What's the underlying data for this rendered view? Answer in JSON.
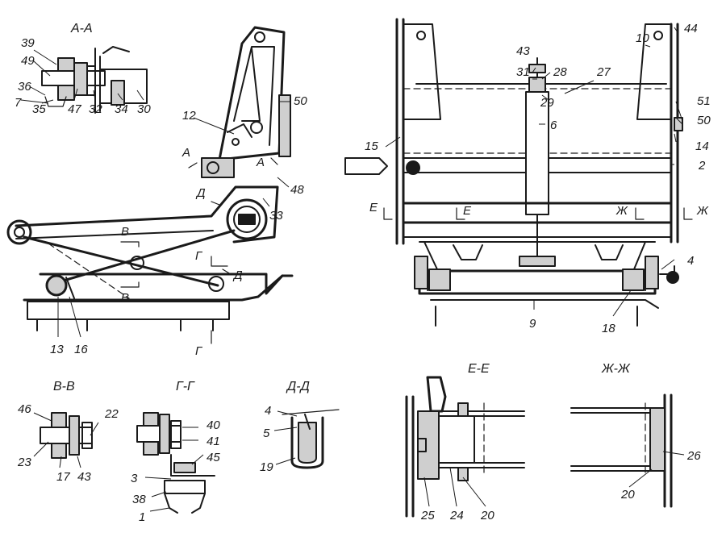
{
  "section_titles": {
    "aa": "А-А",
    "vv": "В-В",
    "gg": "Г-Г",
    "dd": "Д-Д",
    "ee": "Е-Е",
    "zhzh": "Ж-Ж"
  },
  "section_marks": {
    "a": "А",
    "d": "Д",
    "v": "В",
    "g": "Г",
    "e": "Е",
    "zh": "Ж"
  },
  "callouts": [
    "39",
    "49",
    "36",
    "7",
    "35",
    "47",
    "32",
    "34",
    "30",
    "12",
    "50",
    "48",
    "33",
    "13",
    "16",
    "43",
    "31",
    "28",
    "29",
    "27",
    "10",
    "44",
    "6",
    "15",
    "51",
    "50",
    "14",
    "2",
    "4",
    "18",
    "9",
    "46",
    "23",
    "17",
    "43",
    "22",
    "40",
    "41",
    "45",
    "3",
    "38",
    "1",
    "4",
    "5",
    "19",
    "25",
    "24",
    "20",
    "26",
    "20"
  ]
}
